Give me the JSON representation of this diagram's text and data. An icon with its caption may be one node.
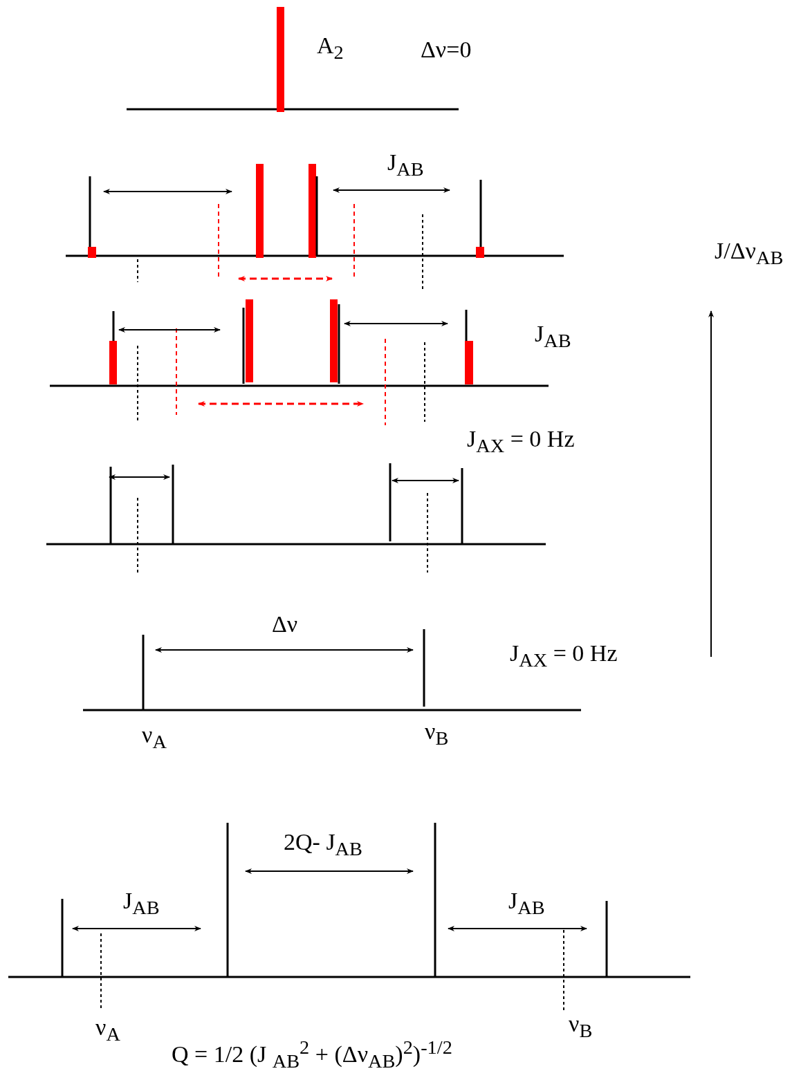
{
  "diagram": {
    "labels": [
      "A$_{2}$",
      "Δν=0",
      "J$_{AB}$",
      "J/Δν$_{AB}$",
      "J$_{AB}$",
      "J$_{AX}$ = 0 Hz",
      "Δν",
      "J$_{AX}$ = 0 Hz",
      "ν$_{A}$",
      "ν$_{B}$",
      "2Q- J$_{AB}$",
      "J$_{AB}$",
      "J$_{AB}$",
      "ν$_{A}$",
      "ν$_{B}$",
      "Q = 1/2 (J $_{AB}$$^{2}$ + (Δν$_{AB}$)$^{2}$)$^{-1/2}$"
    ]
  }
}
